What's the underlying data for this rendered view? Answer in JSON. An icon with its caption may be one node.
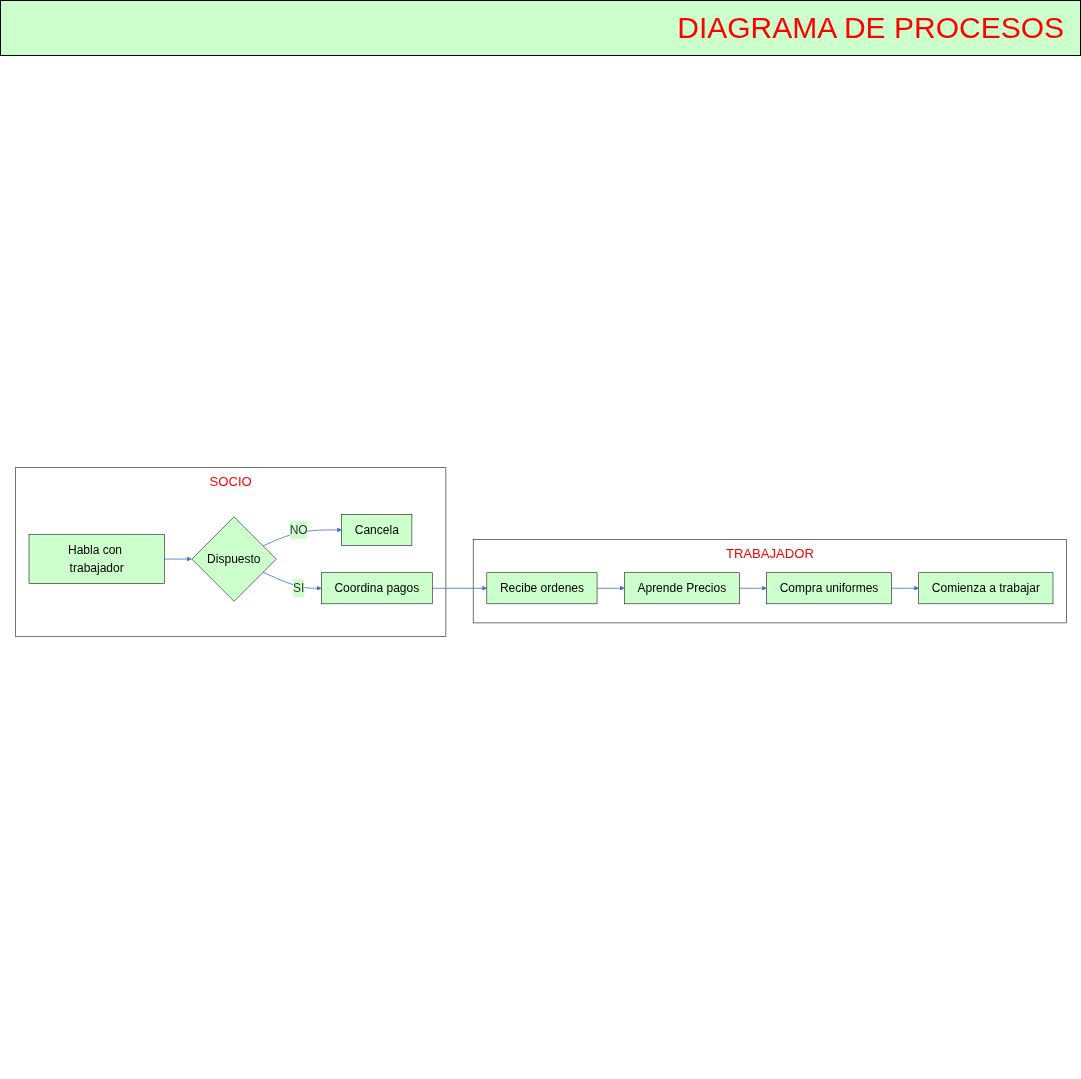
{
  "diagram": {
    "title": "DIAGRAMA DE PROCESOS",
    "nodes": [
      {
        "text": [
          "SOCIO"
        ]
      },
      {
        "text": [
          "TRABAJADOR"
        ]
      },
      {
        "text": [
          "Habla con trabajador"
        ],
        "in": 0
      },
      {
        "text": [
          "Dispuesto"
        ],
        "in": 0
      },
      {
        "text": [
          "Cancela"
        ],
        "in": 0
      },
      {
        "text": [
          "Coordina pagos"
        ],
        "in": 0
      },
      {
        "text": [
          "Recibe ordenes"
        ],
        "in": 1
      },
      {
        "text": [
          "Aprende Precios"
        ],
        "in": 1
      },
      {
        "text": [
          "Compra uniformes"
        ],
        "in": 1
      },
      {
        "text": [
          "Comienza a trabajar"
        ],
        "in": 1
      }
    ],
    "edges": [
      {
        "from": 2,
        "to": 3,
        "arrow": "to"
      },
      {
        "from": 3,
        "to": 4,
        "arrow": "to",
        "label": "NO"
      },
      {
        "from": 3,
        "to": 5,
        "arrow": "to",
        "label": "SI"
      },
      {
        "from": 5,
        "to": 6,
        "arrow": "to"
      },
      {
        "from": 6,
        "to": 7,
        "arrow": "to"
      },
      {
        "from": 7,
        "to": 8,
        "arrow": "to"
      },
      {
        "from": 8,
        "to": 9,
        "arrow": "to"
      }
    ]
  }
}
